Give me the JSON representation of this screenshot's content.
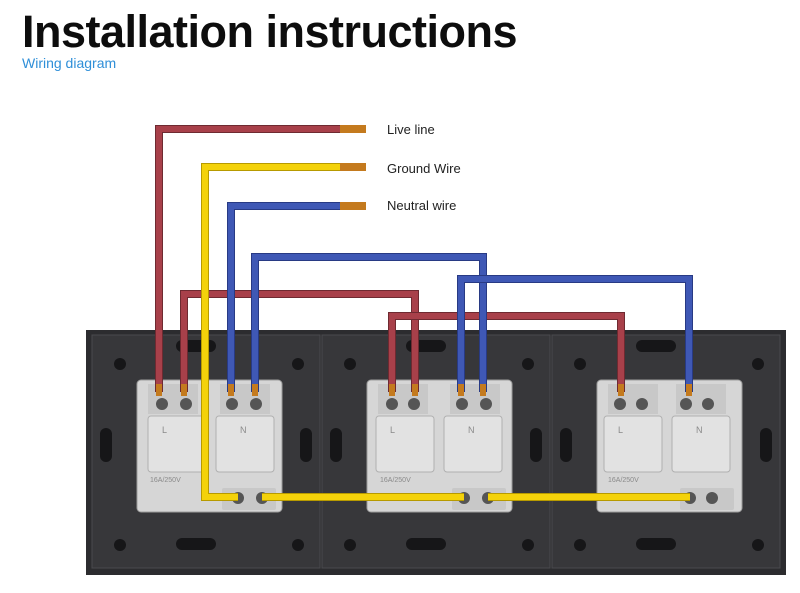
{
  "header": {
    "title": "Installation instructions",
    "subtitle": "Wiring diagram"
  },
  "legend": {
    "live": "Live line",
    "ground": "Ground Wire",
    "neutral": "Neutral wire"
  },
  "sockets": [
    {
      "live_terminal": "L",
      "neutral_terminal": "N",
      "rating": "16A/250V"
    },
    {
      "live_terminal": "L",
      "neutral_terminal": "N",
      "rating": "16A/250V"
    },
    {
      "live_terminal": "L",
      "neutral_terminal": "N",
      "rating": "16A/250V"
    }
  ],
  "colors": {
    "live": "#a8404a",
    "ground": "#f4d20a",
    "neutral": "#3f58b5",
    "panel": "#343437",
    "module": "#d4d4d4",
    "title": "#0d0d0d",
    "subtitle": "#2f8fd8"
  }
}
